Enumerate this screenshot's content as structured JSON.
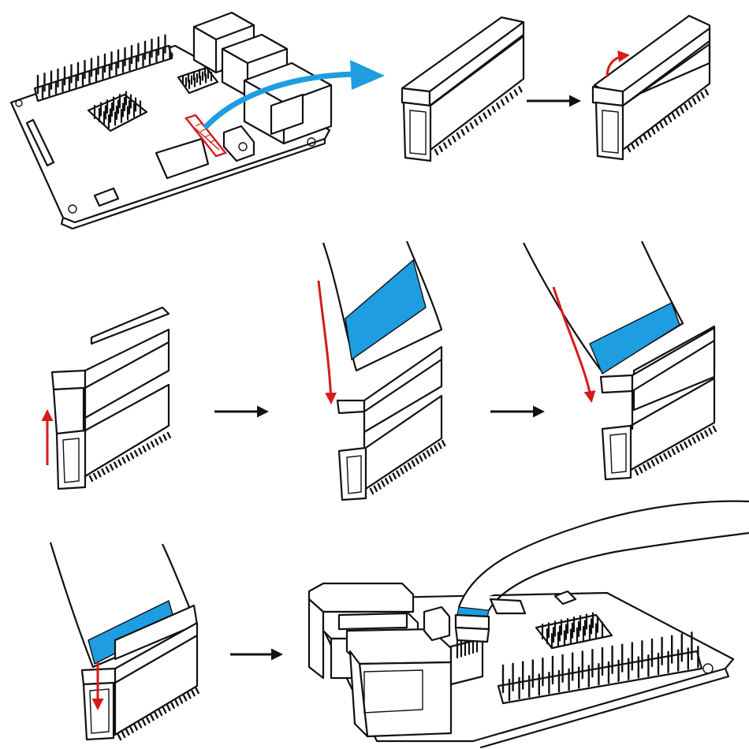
{
  "colors": {
    "accent_blue": "#1e9de0",
    "arrow_red": "#d71a1a",
    "line": "#111111",
    "background": "#ffffff"
  },
  "steps": [
    {
      "name": "board-overview",
      "connector": "highlighted",
      "transition": "blue-curved-arrow"
    },
    {
      "name": "connector-closed",
      "transition": "black-arrow"
    },
    {
      "name": "connector-latch-lift",
      "indicator": "red-curved-arrow"
    },
    {
      "name": "latch-raised",
      "indicator": "red-up-arrow",
      "transition": "black-arrow"
    },
    {
      "name": "insert-cable",
      "indicator": "red-down-arrow",
      "transition": "black-arrow"
    },
    {
      "name": "cable-seated",
      "indicator": "red-down-arrow"
    },
    {
      "name": "press-latch-down",
      "indicator": "red-down-arrow",
      "transition": "black-arrow"
    },
    {
      "name": "board-connected"
    }
  ],
  "icons": [
    "raspberry-board-icon",
    "ffc-connector-icon",
    "ribbon-cable-icon",
    "heatsink-icon",
    "gpio-header-icon",
    "usb-port-icon",
    "ethernet-port-icon"
  ]
}
